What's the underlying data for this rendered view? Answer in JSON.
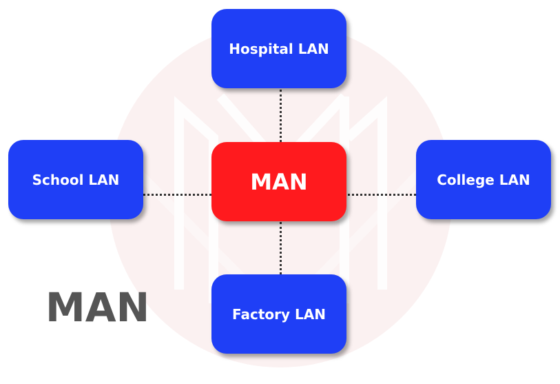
{
  "title": "MAN",
  "center_node": "MAN",
  "nodes": {
    "top": "Hospital LAN",
    "left": "School LAN",
    "right": "College LAN",
    "bottom": "Factory LAN"
  },
  "colors": {
    "lan": "#1f3ff6",
    "man": "#ff1a1e",
    "title": "#555555",
    "background_circle": "#fbf1f1"
  }
}
